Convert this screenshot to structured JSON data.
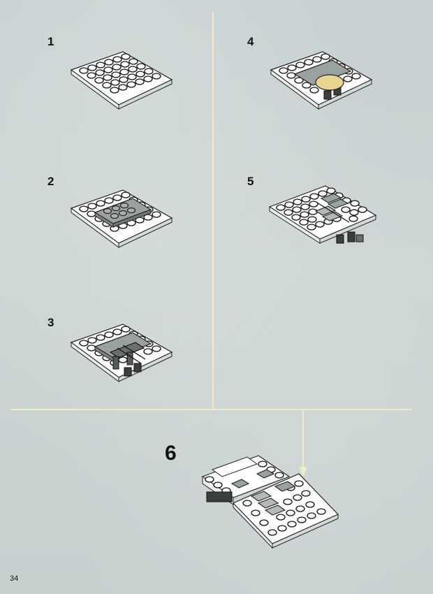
{
  "page": {
    "number": "34"
  },
  "steps": [
    {
      "label": "1"
    },
    {
      "label": "2"
    },
    {
      "label": "3"
    },
    {
      "label": "4"
    },
    {
      "label": "5"
    },
    {
      "label": "6"
    }
  ],
  "colors": {
    "background": "#c9d2d2",
    "divider": "#f3ebc8",
    "plate_white": "#ffffff",
    "part_gray": "#8f9696",
    "part_dark": "#3b3f40",
    "tan_round": "#e8d58e"
  }
}
